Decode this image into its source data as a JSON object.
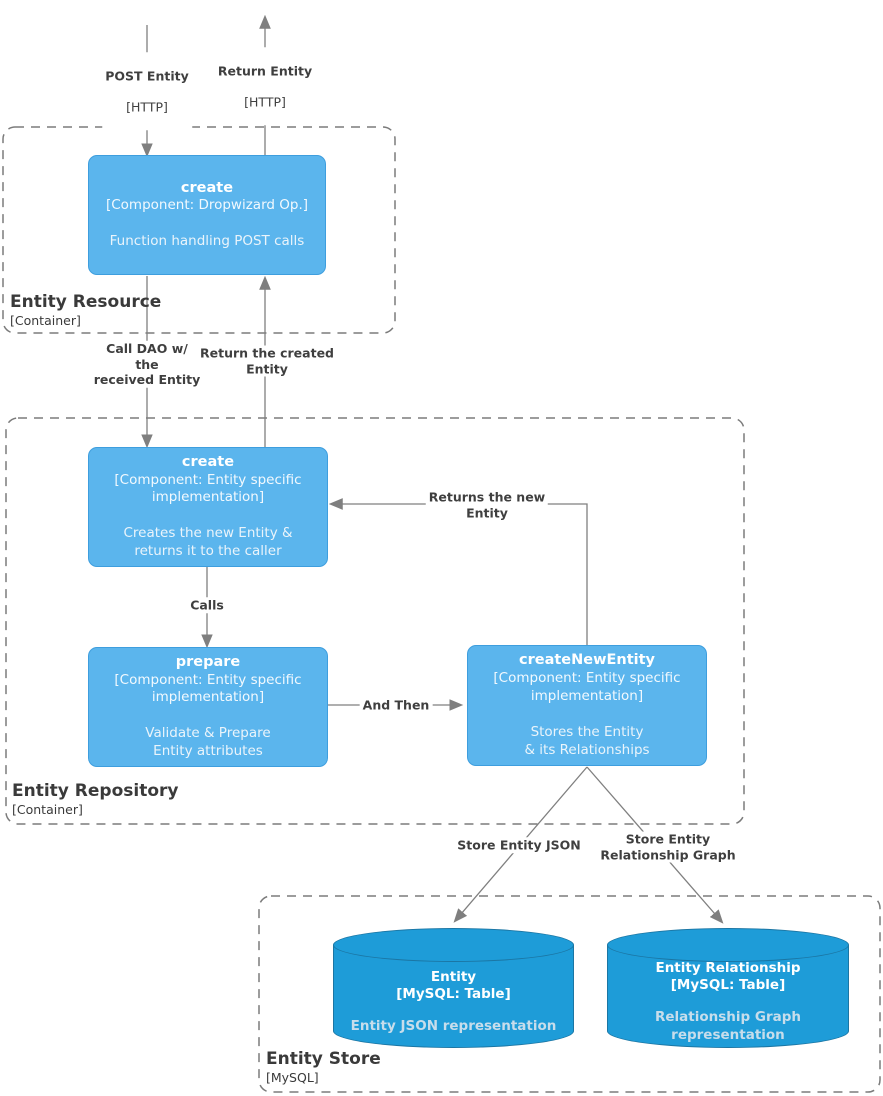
{
  "diagram": {
    "external": {
      "post": {
        "label": "POST Entity",
        "protocol": "[HTTP]"
      },
      "return": {
        "label": "Return Entity",
        "protocol": "[HTTP]"
      }
    },
    "containers": {
      "resource": {
        "title": "Entity Resource",
        "subtitle": "[Container]"
      },
      "repository": {
        "title": "Entity Repository",
        "subtitle": "[Container]"
      },
      "store": {
        "title": "Entity Store",
        "subtitle": "[MySQL]"
      }
    },
    "components": {
      "resource_create": {
        "title": "create",
        "meta": "[Component: Dropwizard Op.]",
        "description": "Function handling POST calls"
      },
      "repo_create": {
        "title": "create",
        "meta": "[Component: Entity specific\nimplementation]",
        "description": "Creates the new Entity &\nreturns it to the caller"
      },
      "prepare": {
        "title": "prepare",
        "meta": "[Component: Entity specific\nimplementation]",
        "description": "Validate & Prepare\nEntity attributes"
      },
      "create_new_entity": {
        "title": "createNewEntity",
        "meta": "[Component: Entity specific\nimplementation]",
        "description": "Stores the Entity\n& its Relationships"
      }
    },
    "databases": {
      "entity": {
        "title": "Entity",
        "meta": "[MySQL: Table]",
        "description": "Entity JSON representation"
      },
      "relationship": {
        "title": "Entity Relationship",
        "meta": "[MySQL: Table]",
        "description": "Relationship Graph\nrepresentation"
      }
    },
    "edge_labels": {
      "call_dao": "Call DAO w/\nthe\nreceived Entity",
      "return_created": "Return the created\nEntity",
      "calls": "Calls",
      "and_then": "And Then",
      "returns_new": "Returns the new\nEntity",
      "store_json": "Store Entity JSON",
      "store_graph": "Store Entity\nRelationship Graph"
    },
    "colors": {
      "component_fill": "#5BB5ED",
      "component_border": "#3E9EDE",
      "database_fill": "#1E9CD8",
      "database_border": "#1B76A4",
      "edge": "#7F7F7F",
      "container_border": "#7B7B7B",
      "label_text": "#3F3F3F"
    }
  }
}
